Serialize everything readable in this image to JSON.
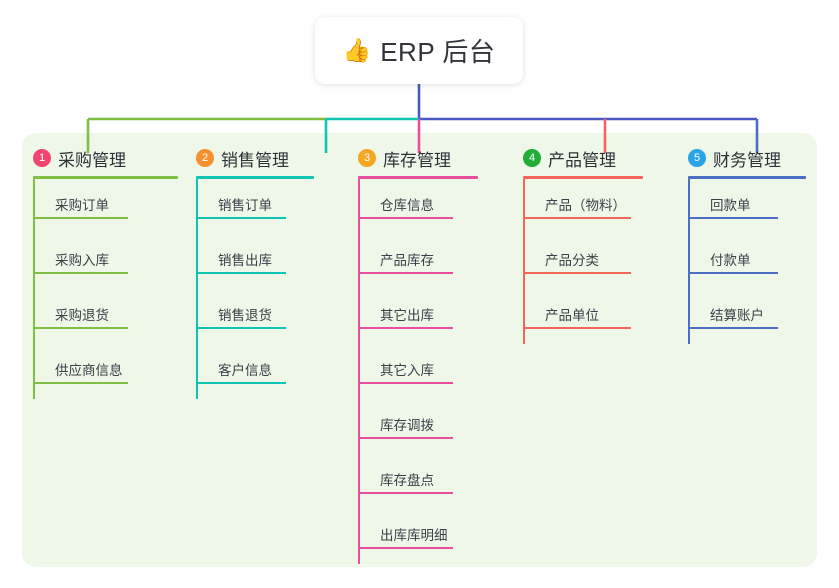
{
  "diagram": {
    "type": "mind-map",
    "root": {
      "icon": "thumbs-up-icon",
      "icon_glyph": "👍",
      "label": "ERP 后台"
    },
    "panel_color": "#eff7e9",
    "root_stem_color": "#4b58c4",
    "branches": [
      {
        "number": "1",
        "label": "采购管理",
        "badge_color": "#f2456d",
        "line_color": "#7fbf43",
        "children": [
          "采购订单",
          "采购入库",
          "采购退货",
          "供应商信息"
        ]
      },
      {
        "number": "2",
        "label": "销售管理",
        "badge_color": "#f5922f",
        "line_color": "#10c4b4",
        "children": [
          "销售订单",
          "销售出库",
          "销售退货",
          "客户信息"
        ]
      },
      {
        "number": "3",
        "label": "库存管理",
        "badge_color": "#f5a623",
        "line_color": "#e8509f",
        "children": [
          "仓库信息",
          "产品库存",
          "其它出库",
          "其它入库",
          "库存调拨",
          "库存盘点",
          "出库库明细"
        ]
      },
      {
        "number": "4",
        "label": "产品管理",
        "badge_color": "#22ac38",
        "line_color": "#f4655b",
        "children": [
          "产品（物料）",
          "产品分类",
          "产品单位"
        ]
      },
      {
        "number": "5",
        "label": "财务管理",
        "badge_color": "#2aa3e8",
        "line_color": "#4a6fc4",
        "children": [
          "回款单",
          "付款单",
          "结算账户"
        ]
      }
    ]
  }
}
